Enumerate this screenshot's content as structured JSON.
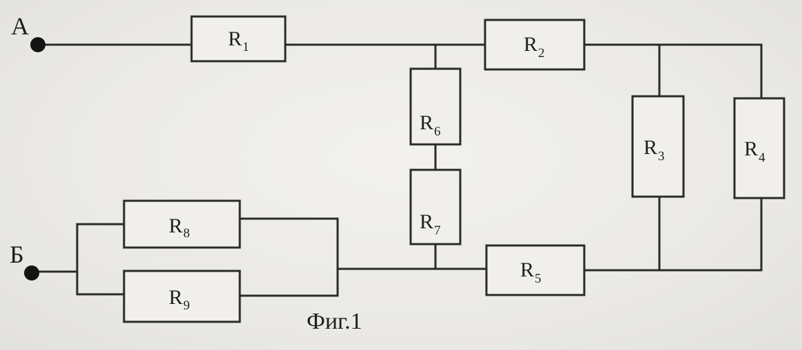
{
  "terminals": {
    "a": "А",
    "b": "Б"
  },
  "resistors": {
    "r1": {
      "letter": "R",
      "sub": "1"
    },
    "r2": {
      "letter": "R",
      "sub": "2"
    },
    "r3": {
      "letter": "R",
      "sub": "3"
    },
    "r4": {
      "letter": "R",
      "sub": "4"
    },
    "r5": {
      "letter": "R",
      "sub": "5"
    },
    "r6": {
      "letter": "R",
      "sub": "6"
    },
    "r7": {
      "letter": "R",
      "sub": "7"
    },
    "r8": {
      "letter": "R",
      "sub": "8"
    },
    "r9": {
      "letter": "R",
      "sub": "9"
    }
  },
  "caption": "Фиг.1"
}
